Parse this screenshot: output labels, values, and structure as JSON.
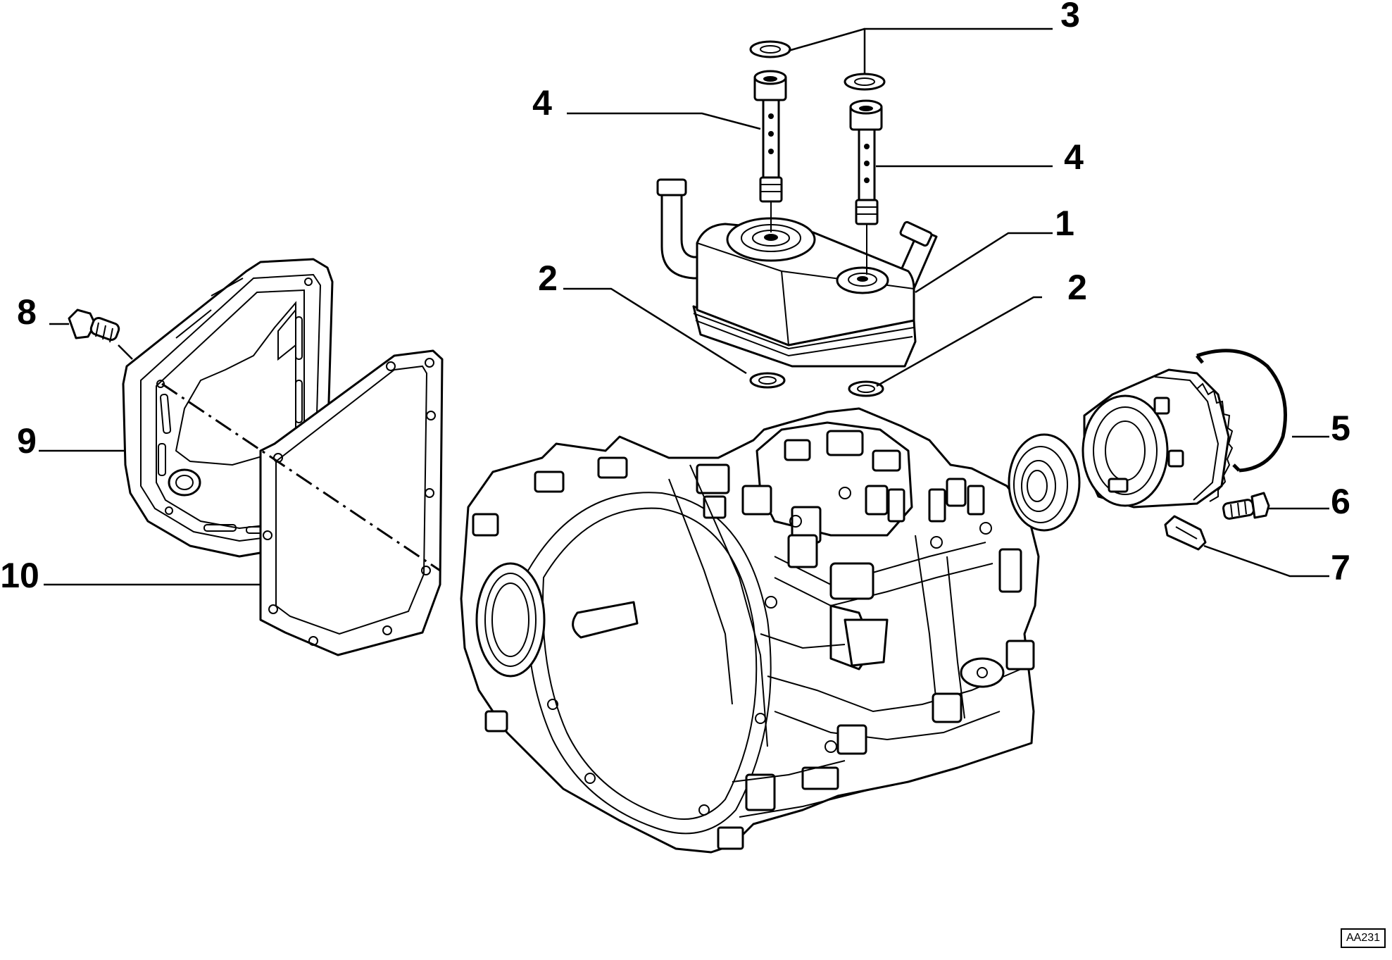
{
  "callouts": [
    {
      "id": "c1",
      "label": "1"
    },
    {
      "id": "c2a",
      "label": "2"
    },
    {
      "id": "c2b",
      "label": "2"
    },
    {
      "id": "c3",
      "label": "3"
    },
    {
      "id": "c4a",
      "label": "4"
    },
    {
      "id": "c4b",
      "label": "4"
    },
    {
      "id": "c5",
      "label": "5"
    },
    {
      "id": "c6",
      "label": "6"
    },
    {
      "id": "c7",
      "label": "7"
    },
    {
      "id": "c8",
      "label": "8"
    },
    {
      "id": "c9",
      "label": "9"
    },
    {
      "id": "c10",
      "label": "10"
    }
  ],
  "reference_code": "AA231"
}
